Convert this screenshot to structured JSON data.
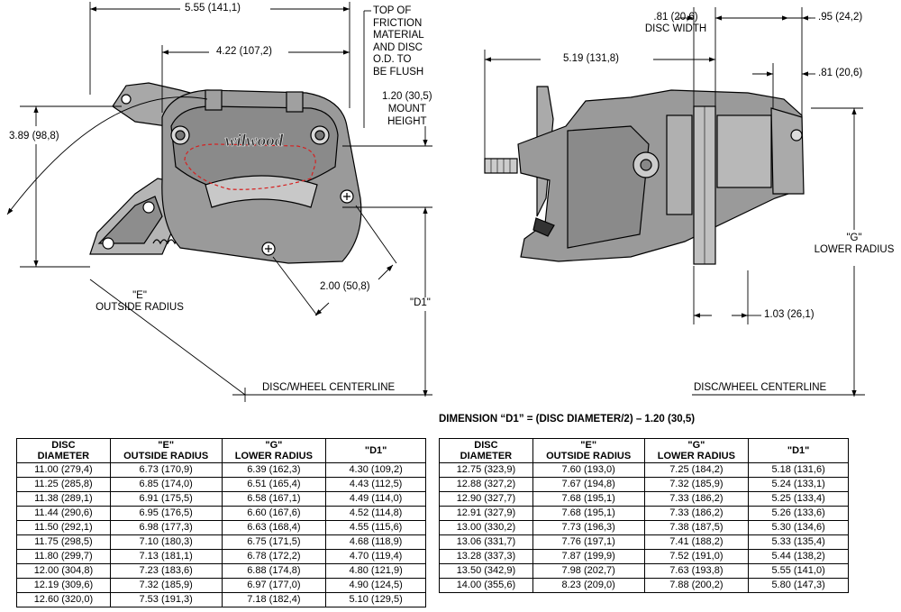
{
  "labels": {
    "overall_width": "5.55 (141,1)",
    "top_friction_1": "TOP OF",
    "top_friction_2": "FRICTION",
    "top_friction_3": "MATERIAL",
    "top_friction_4": "AND DISC",
    "top_friction_5": "O.D. TO",
    "top_friction_6": "BE FLUSH",
    "inner_width": "4.22 (107,2)",
    "mount_height_1": "1.20 (30,5)",
    "mount_height_2": "MOUNT",
    "mount_height_3": "HEIGHT",
    "left_height": "3.89 (98,8)",
    "hole_spacing": "2.00 (50,8)",
    "e_radius_1": "\"E\"",
    "e_radius_2": "OUTSIDE RADIUS",
    "d1": "\"D1\"",
    "centerline_left": "DISC/WHEEL CENTERLINE",
    "disc_width_1": ".81 (20,6)",
    "disc_width_2": "DISC WIDTH",
    "side_95": ".95 (24,2)",
    "side_81": ".81 (20,6)",
    "side_length": "5.19 (131,8)",
    "g_radius_1": "\"G\"",
    "g_radius_2": "LOWER RADIUS",
    "offset_103": "1.03 (26,1)",
    "centerline_right": "DISC/WHEEL CENTERLINE"
  },
  "formula": "DIMENSION “D1” = (DISC DIAMETER/2) – 1.20 (30,5)",
  "table_headers": {
    "disc_1": "DISC",
    "disc_2": "DIAMETER",
    "e_1": "\"E\"",
    "e_2": "OUTSIDE RADIUS",
    "g_1": "\"G\"",
    "g_2": "LOWER RADIUS",
    "d1": "\"D1\""
  },
  "table_left": [
    [
      "11.00  (279,4)",
      "6.73  (170,9)",
      "6.39  (162,3)",
      "4.30  (109,2)"
    ],
    [
      "11.25  (285,8)",
      "6.85  (174,0)",
      "6.51  (165,4)",
      "4.43  (112,5)"
    ],
    [
      "11.38  (289,1)",
      "6.91  (175,5)",
      "6.58  (167,1)",
      "4.49  (114,0)"
    ],
    [
      "11.44  (290,6)",
      "6.95  (176,5)",
      "6.60  (167,6)",
      "4.52  (114,8)"
    ],
    [
      "11.50  (292,1)",
      "6.98  (177,3)",
      "6.63  (168,4)",
      "4.55  (115,6)"
    ],
    [
      "11.75  (298,5)",
      "7.10  (180,3)",
      "6.75  (171,5)",
      "4.68  (118,9)"
    ],
    [
      "11.80  (299,7)",
      "7.13  (181,1)",
      "6.78  (172,2)",
      "4.70  (119,4)"
    ],
    [
      "12.00  (304,8)",
      "7.23  (183,6)",
      "6.88  (174,8)",
      "4.80  (121,9)"
    ],
    [
      "12.19  (309,6)",
      "7.32  (185,9)",
      "6.97  (177,0)",
      "4.90  (124,5)"
    ],
    [
      "12.60  (320,0)",
      "7.53  (191,3)",
      "7.18  (182,4)",
      "5.10  (129,5)"
    ]
  ],
  "table_right": [
    [
      "12.75  (323,9)",
      "7.60  (193,0)",
      "7.25  (184,2)",
      "5.18  (131,6)"
    ],
    [
      "12.88  (327,2)",
      "7.67  (194,8)",
      "7.32  (185,9)",
      "5.24  (133,1)"
    ],
    [
      "12.90  (327,7)",
      "7.68  (195,1)",
      "7.33  (186,2)",
      "5.25  (133,4)"
    ],
    [
      "12.91  (327,9)",
      "7.68  (195,1)",
      "7.33  (186,2)",
      "5.26  (133,6)"
    ],
    [
      "13.00  (330,2)",
      "7.73  (196,3)",
      "7.38  (187,5)",
      "5.30  (134,6)"
    ],
    [
      "13.06  (331,7)",
      "7.76  (197,1)",
      "7.41  (188,2)",
      "5.33  (135,4)"
    ],
    [
      "13.28  (337,3)",
      "7.87  (199,9)",
      "7.52  (191,0)",
      "5.44  (138,2)"
    ],
    [
      "13.50  (342,9)",
      "7.98  (202,7)",
      "7.63  (193,8)",
      "5.55  (141,0)"
    ],
    [
      "14.00  (355,6)",
      "8.23  (209,0)",
      "7.88  (200,2)",
      "5.80  (147,3)"
    ]
  ],
  "colors": {
    "ink": "#000000",
    "part_fill": "#9a9a9a",
    "part_light": "#c8c8c8",
    "pad_dash": "#d62020"
  }
}
